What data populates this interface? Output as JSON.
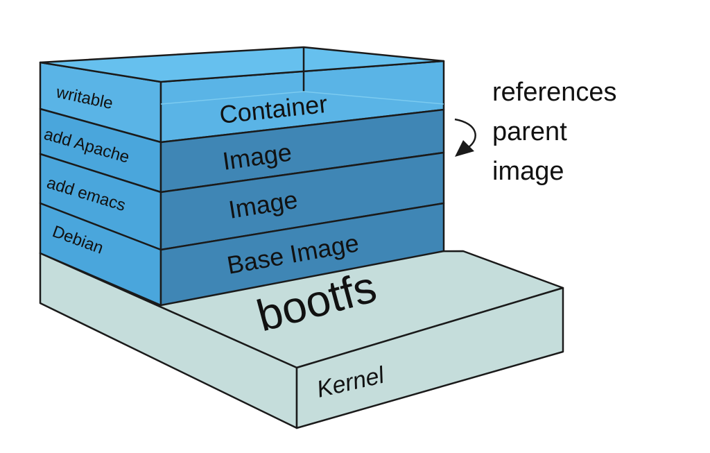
{
  "layers": {
    "container": {
      "side": "writable",
      "front": "Container"
    },
    "image_top": {
      "side": "add Apache",
      "front": "Image"
    },
    "image_mid": {
      "side": "add emacs",
      "front": "Image"
    },
    "base": {
      "side": "Debian",
      "front": "Base Image"
    }
  },
  "bootfs": "bootfs",
  "kernel": "Kernel",
  "note": {
    "line1": "references",
    "line2": "parent",
    "line3": "image"
  },
  "colors": {
    "container_front": "#5ab4e6",
    "container_top": "#66c0ee",
    "image_front": "#3f86b5",
    "image_side": "#4aa6dc",
    "boot_fill": "#c5dddb",
    "outline": "#1a1a1a"
  }
}
